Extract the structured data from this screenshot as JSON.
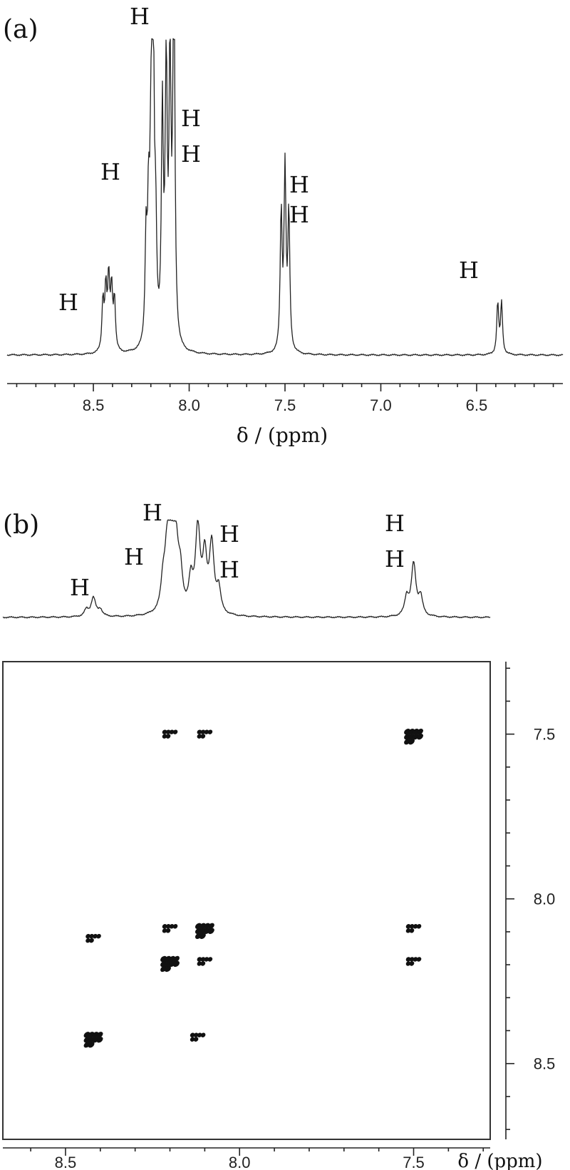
{
  "chart_data": [
    {
      "panel": "(a)",
      "type": "line",
      "x_unit_label": "δ / (ppm)",
      "x_ticks": [
        8.5,
        8.0,
        7.5,
        7.0,
        6.5
      ],
      "xlim": [
        8.95,
        6.05
      ],
      "reversed_x": true,
      "peaks": [
        {
          "shift": 8.42,
          "height": 0.23,
          "mult": [
            -0.03,
            -0.015,
            0.0,
            0.015,
            0.03
          ],
          "label": "H"
        },
        {
          "shift": 8.2,
          "height": 0.46,
          "mult": [
            -0.025,
            -0.012,
            0.0,
            0.012,
            0.025
          ],
          "label": "H"
        },
        {
          "shift": 8.19,
          "height": 0.96,
          "mult": [
            0.0
          ],
          "label": "H"
        },
        {
          "shift": 8.12,
          "height": 1.0,
          "mult": [
            -0.04,
            -0.02,
            0.0,
            0.02
          ],
          "label": "H"
        },
        {
          "shift": 8.08,
          "height": 0.58,
          "mult": [
            0.0
          ],
          "label": "H"
        },
        {
          "shift": 7.5,
          "height": 0.58,
          "mult": [
            -0.02,
            0.0,
            0.02
          ],
          "label": "H"
        },
        {
          "shift": 6.38,
          "height": 0.2,
          "mult": [
            -0.01,
            0.01
          ],
          "label": "H"
        }
      ],
      "labels": [
        "H",
        "H",
        "H",
        "H",
        "H",
        "H",
        "H",
        "H"
      ]
    },
    {
      "panel": "(b)",
      "type": "heatmap",
      "x_unit_label": "δ / (ppm)",
      "x_ticks": [
        8.5,
        8.0,
        7.5
      ],
      "y_ticks": [
        7.5,
        8.0,
        8.5
      ],
      "xlim": [
        8.68,
        7.28
      ],
      "ylim": [
        7.28,
        8.73
      ],
      "projection_peaks": [
        {
          "shift": 8.42,
          "height": 0.2
        },
        {
          "shift": 8.2,
          "height": 0.8
        },
        {
          "shift": 8.19,
          "height": 1.0
        },
        {
          "shift": 8.12,
          "height": 0.9
        },
        {
          "shift": 8.08,
          "height": 0.72
        },
        {
          "shift": 7.5,
          "height": 0.55
        }
      ],
      "projection_labels": [
        "H",
        "H",
        "H",
        "H",
        "H",
        "H",
        "H"
      ],
      "cross_peaks": [
        {
          "x": 8.2,
          "y": 7.5
        },
        {
          "x": 8.1,
          "y": 7.5
        },
        {
          "x": 7.5,
          "y": 7.5
        },
        {
          "x": 8.42,
          "y": 8.12
        },
        {
          "x": 8.2,
          "y": 8.09
        },
        {
          "x": 8.1,
          "y": 8.09
        },
        {
          "x": 7.5,
          "y": 8.09
        },
        {
          "x": 8.2,
          "y": 8.19
        },
        {
          "x": 8.1,
          "y": 8.19
        },
        {
          "x": 7.5,
          "y": 8.19
        },
        {
          "x": 8.42,
          "y": 8.42
        },
        {
          "x": 8.12,
          "y": 8.42
        }
      ]
    }
  ]
}
